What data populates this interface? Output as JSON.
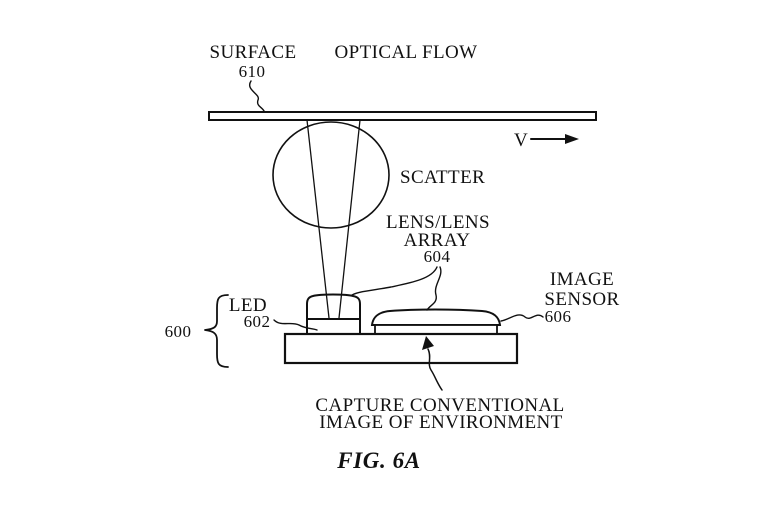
{
  "figure": {
    "caption": "FIG. 6A",
    "labels": {
      "surface": "SURFACE",
      "surface_ref": "610",
      "optical_flow": "OPTICAL FLOW",
      "velocity": "V",
      "scatter": "SCATTER",
      "lens_line1": "LENS/LENS",
      "lens_line2": "ARRAY",
      "lens_ref": "604",
      "led": "LED",
      "led_ref": "602",
      "sensor_line1": "IMAGE",
      "sensor_line2": "SENSOR",
      "sensor_ref": "606",
      "assembly_ref": "600",
      "caption_line1": "CAPTURE CONVENTIONAL",
      "caption_line2": "IMAGE OF ENVIRONMENT"
    },
    "colors": {
      "ink": "#111111",
      "background": "#ffffff"
    }
  }
}
